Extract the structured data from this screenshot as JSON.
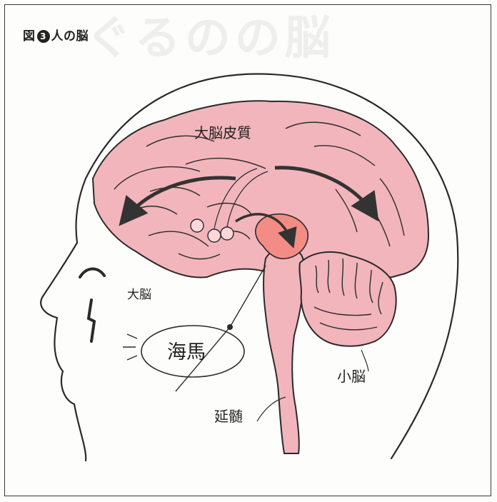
{
  "figure": {
    "title_prefix": "図",
    "title_number": "3",
    "title_text": "人の脳",
    "background_text": "ぐるのの脳"
  },
  "labels": {
    "cortex": "大脳皮質",
    "cerebrum": "大脳",
    "hippocampus": "海馬",
    "cerebellum": "小脳",
    "brainstem": "延髄"
  },
  "colors": {
    "brain": "#f2b5bc",
    "hippocampus": "#f48c86",
    "ink": "#2a2a2a"
  }
}
